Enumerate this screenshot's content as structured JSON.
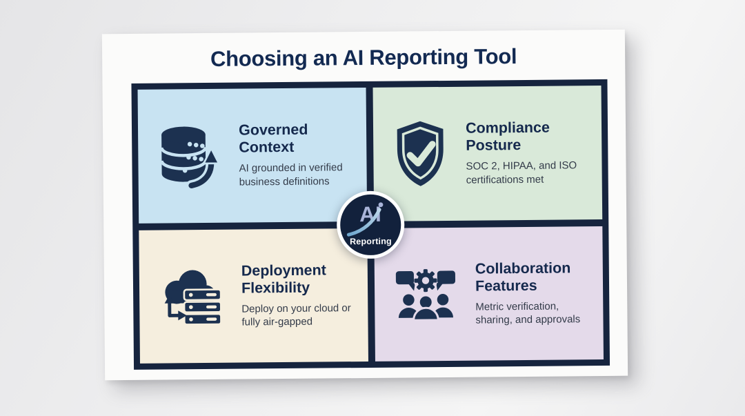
{
  "page_title": "Choosing an AI Reporting Tool",
  "badge": {
    "brand_top": "AI",
    "brand_bottom": "Reporting"
  },
  "quadrants": [
    {
      "title": "Governed Context",
      "desc": "AI grounded in verified business definitions",
      "icon": "database-icon",
      "bg": "#c8e3f2"
    },
    {
      "title": "Compliance Posture",
      "desc": "SOC 2, HIPAA, and ISO certifications met",
      "icon": "shield-check-icon",
      "bg": "#d9e9d9"
    },
    {
      "title": "Deployment Flexibility",
      "desc": "Deploy on your cloud or fully air-gapped",
      "icon": "cloud-server-icon",
      "bg": "#f5eede"
    },
    {
      "title": "Collaboration Features",
      "desc": "Metric verification, sharing, and approvals",
      "icon": "people-gear-icon",
      "bg": "#e4daea"
    }
  ],
  "colors": {
    "frame_navy": "#16243e",
    "icon_navy": "#1c3150",
    "title_navy": "#132a52",
    "desc_gray": "#333b49",
    "card_white": "#fbfbfa",
    "badge_navy": "#12213c",
    "badge_ai_text": "#a9b4d9",
    "badge_swoosh": "#7fb0d4",
    "quad_blue": "#c8e3f2",
    "quad_green": "#d9e9d9",
    "quad_cream": "#f5eede",
    "quad_lavender": "#e4daea"
  }
}
